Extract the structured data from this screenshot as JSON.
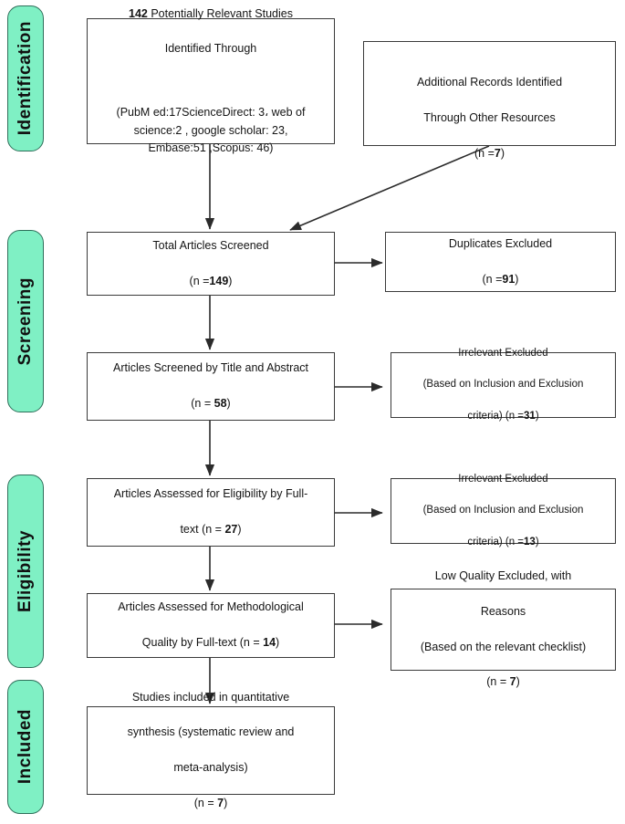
{
  "diagram": {
    "title": "PRISMA Study Selection Flow Diagram",
    "accent_color": "#7ff0c4",
    "pill_border_color": "#2f6f5a",
    "box_border_color": "#3a3a3a"
  },
  "stages": [
    {
      "id": "identification",
      "label": "Identification"
    },
    {
      "id": "screening",
      "label": "Screening"
    },
    {
      "id": "eligibility",
      "label": "Eligibility"
    },
    {
      "id": "included",
      "label": "Included"
    }
  ],
  "boxes": {
    "records_identified": {
      "line1_count": "142",
      "line1_rest": " Potentially Relevant Studies",
      "line2": "Identified Through",
      "sources": "(PubM ed:17ScienceDirect: 3، web of\nscience:2 , google scholar: 23,\nEmbase:51 ,Scopus: 46)"
    },
    "additional_records": {
      "line1": "Additional Records Identified",
      "line2": "Through Other Resources",
      "n_prefix": "(n =",
      "n_value": "7",
      "n_suffix": ")"
    },
    "total_screened": {
      "line1": "Total Articles Screened",
      "n_prefix": "(n =",
      "n_value": "149",
      "n_suffix": ")"
    },
    "duplicates_excluded": {
      "line1": "Duplicates Excluded",
      "n_prefix": "(n =",
      "n_value": "91",
      "n_suffix": ")"
    },
    "screened_title_abstract": {
      "line1": "Articles Screened by Title and Abstract",
      "n_prefix": "(n = ",
      "n_value": "58",
      "n_suffix": ")"
    },
    "irrelevant_excluded_1": {
      "line1": "Irrelevant Excluded",
      "line2": "(Based on Inclusion and Exclusion",
      "line3_prefix": "criteria)  (n =",
      "n_value": "31",
      "line3_suffix": ")"
    },
    "eligibility_fulltext": {
      "line1": "Articles Assessed for Eligibility by Full-",
      "line2_prefix": "text (n = ",
      "n_value": "27",
      "line2_suffix": ")"
    },
    "irrelevant_excluded_2": {
      "line1": "Irrelevant Excluded",
      "line2": "(Based on Inclusion and Exclusion",
      "line3_prefix": "criteria) (n =",
      "n_value": "13",
      "line3_suffix": ")"
    },
    "methodological_quality": {
      "line1": "Articles Assessed for Methodological",
      "line2_prefix": "Quality by Full-text (n = ",
      "n_value": "14",
      "line2_suffix": ")"
    },
    "low_quality_excluded": {
      "line1": "Low Quality Excluded, with",
      "line2": "Reasons",
      "line3": "(Based on the relevant checklist)",
      "n_prefix": "(n = ",
      "n_value": "7",
      "n_suffix": ")"
    },
    "included_studies": {
      "line1": "Studies included in quantitative",
      "line2": "synthesis (systematic review and",
      "line3": "meta-analysis)",
      "n_prefix": "(n = ",
      "n_value": "7",
      "n_suffix": ")"
    }
  },
  "counts": {
    "potentially_relevant": 142,
    "pubmed": 17,
    "sciencedirect": 3,
    "web_of_science": 2,
    "google_scholar": 23,
    "embase": 51,
    "scopus": 46,
    "additional_records": 7,
    "total_screened": 149,
    "duplicates_excluded": 91,
    "screened_title_abstract": 58,
    "irrelevant_excluded_screening": 31,
    "eligibility_fulltext": 27,
    "irrelevant_excluded_eligibility": 13,
    "methodological_quality": 14,
    "low_quality_excluded": 7,
    "included": 7
  }
}
